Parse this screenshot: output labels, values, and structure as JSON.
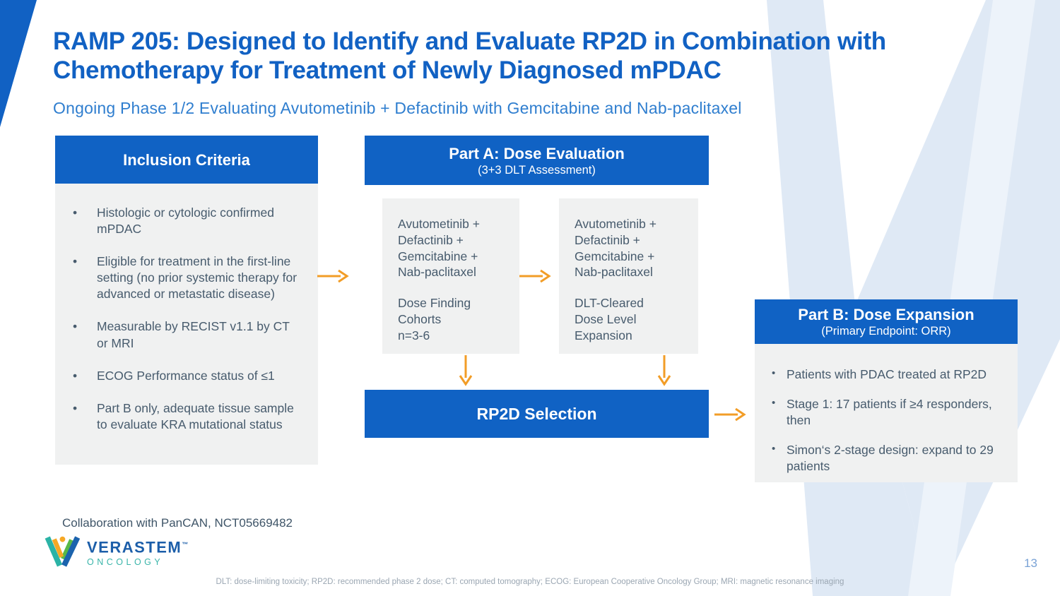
{
  "slide": {
    "title_line1": "RAMP 205: Designed to Identify and Evaluate RP2D in Combination with",
    "title_line2": "Chemotherapy for Treatment of Newly Diagnosed mPDAC",
    "subtitle": "Ongoing Phase 1/2 Evaluating Avutometinib + Defactinib with Gemcitabine and Nab-paclitaxel",
    "collaboration": "Collaboration with PanCAN, NCT05669482",
    "footnote": "DLT: dose-limiting toxicity; RP2D: recommended phase 2 dose; CT: computed tomography; ECOG: European Cooperative Oncology Group; MRI: magnetic resonance imaging",
    "page_number": "13"
  },
  "inclusion": {
    "header": "Inclusion Criteria",
    "bullets": [
      "Histologic or cytologic confirmed mPDAC",
      "Eligible for treatment in the first-line setting (no prior systemic therapy for advanced or metastatic disease)",
      "Measurable by RECIST v1.1 by CT or MRI",
      "ECOG Performance status of ≤1",
      "Part B only, adequate tissue sample to evaluate KRA mutational status"
    ]
  },
  "part_a": {
    "header": "Part A: Dose Evaluation",
    "subheader": "(3+3 DLT Assessment)",
    "box1": {
      "combo": "Avutometinib +\nDefactinib +\nGemcitabine +\nNab-paclitaxel",
      "detail": "Dose Finding\nCohorts\nn=3-6"
    },
    "box2": {
      "combo": "Avutometinib +\nDefactinib +\nGemcitabine +\nNab-paclitaxel",
      "detail": "DLT-Cleared\nDose Level\nExpansion"
    }
  },
  "rp2d": {
    "label": "RP2D Selection"
  },
  "part_b": {
    "header": "Part B: Dose Expansion",
    "subheader": "(Primary Endpoint: ORR)",
    "bullets": [
      "Patients with PDAC treated at RP2D",
      "Stage 1: 17 patients if ≥4 responders, then",
      "Simon‘s 2-stage design: expand to 29 patients"
    ]
  },
  "logo": {
    "brand": "VERASTEM",
    "tm": "™",
    "division": "ONCOLOGY"
  },
  "colors": {
    "header_blue": "#1062c4",
    "title_blue": "#1161c3",
    "subtitle_blue": "#2f7ecf",
    "accent_orange": "#f29d27",
    "box_gray": "#f0f1f1",
    "body_text": "#475b6d",
    "watermark_blue": "#dfe9f5"
  }
}
